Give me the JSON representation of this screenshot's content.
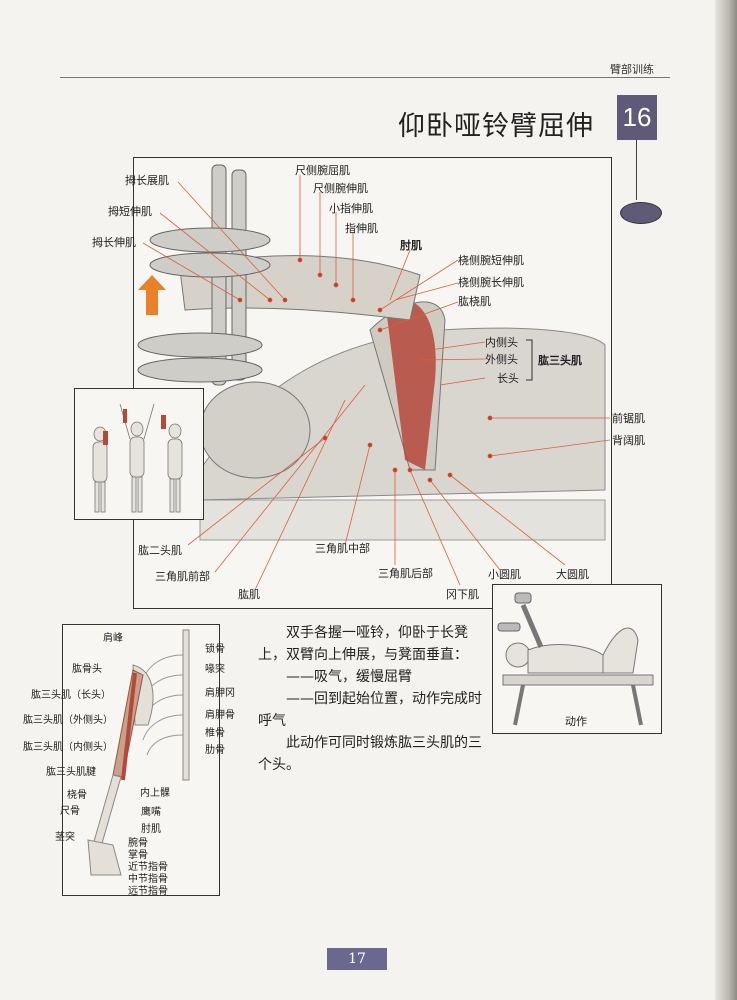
{
  "header": {
    "section": "臂部训练",
    "title": "仰卧哑铃臂屈伸",
    "exercise_number": "16"
  },
  "main_labels": {
    "l1": "拇长展肌",
    "l2": "拇短伸肌",
    "l3": "拇长伸肌",
    "t1": "尺侧腕屈肌",
    "t2": "尺侧腕伸肌",
    "t3": "小指伸肌",
    "t4": "指伸肌",
    "elbow": "肘肌",
    "r1": "桡侧腕短伸肌",
    "r2": "桡侧腕长伸肌",
    "r3": "肱桡肌",
    "tri_medial": "内侧头",
    "tri_lateral": "外侧头",
    "tri_long": "长头",
    "triceps": "肱三头肌",
    "serratus": "前锯肌",
    "lats": "背阔肌",
    "biceps": "肱二头肌",
    "delt_ant": "三角肌前部",
    "brachialis": "肱肌",
    "delt_mid": "三角肌中部",
    "delt_post": "三角肌后部",
    "infraspinatus": "冈下肌",
    "teres_minor": "小圆肌",
    "teres_major": "大圆肌"
  },
  "skeleton_labels": {
    "acromion": "肩峰",
    "clavicle": "锁骨",
    "humeral_head": "肱骨头",
    "coracoid": "喙突",
    "tri_long": "肱三头肌（长头）",
    "scap_spine": "肩胛冈",
    "tri_lateral": "肱三头肌（外侧头）",
    "scapula": "肩胛骨",
    "tri_medial": "肱三头肌（内侧头）",
    "vertebra": "椎骨",
    "rib": "肋骨",
    "tri_tendon": "肱三头肌腱",
    "med_epicondyle": "内上髁",
    "radius": "桡骨",
    "olecranon": "鹰嘴",
    "ulna": "尺骨",
    "elbow": "肘肌",
    "styloid": "茎突",
    "carpals": "腕骨",
    "metacarpals": "掌骨",
    "proximal": "近节指骨",
    "middle": "中节指骨",
    "distal": "远节指骨"
  },
  "description": {
    "p1": "双手各握一哑铃，仰卧于长凳上，双臂向上伸展，与凳面垂直：",
    "p2": "——吸气，缓慢屈臂",
    "p3": "——回到起始位置，动作完成时呼气",
    "p4": "此动作可同时锻炼肱三头肌的三个头。"
  },
  "action_caption": "动作",
  "page_number": "17",
  "colors": {
    "accent": "#5e5a78",
    "muscle_red": "#b5483a",
    "arrow": "#e8812a"
  }
}
